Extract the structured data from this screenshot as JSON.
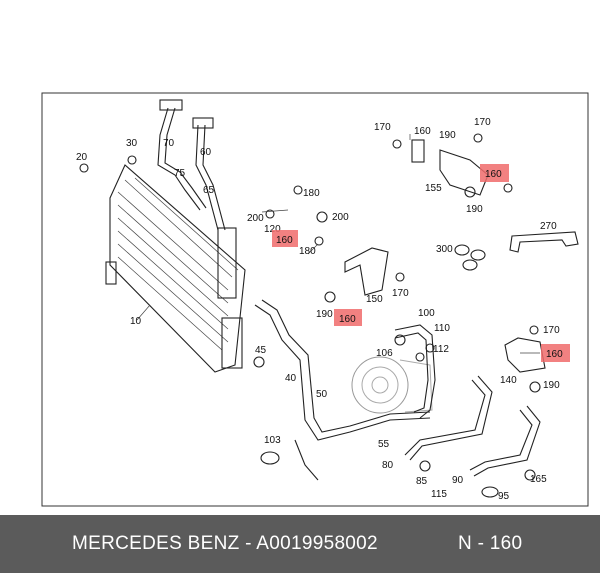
{
  "footer": {
    "part_text": "MERCEDES BENZ - A0019958002",
    "position_text": "N - 160"
  },
  "callouts": [
    {
      "id": "c10",
      "text": "10"
    },
    {
      "id": "c20",
      "text": "20"
    },
    {
      "id": "c30",
      "text": "30"
    },
    {
      "id": "c40",
      "text": "40"
    },
    {
      "id": "c45",
      "text": "45"
    },
    {
      "id": "c50",
      "text": "50"
    },
    {
      "id": "c55",
      "text": "55"
    },
    {
      "id": "c60",
      "text": "60"
    },
    {
      "id": "c65",
      "text": "65"
    },
    {
      "id": "c70",
      "text": "70"
    },
    {
      "id": "c75",
      "text": "75"
    },
    {
      "id": "c80",
      "text": "80"
    },
    {
      "id": "c85",
      "text": "85"
    },
    {
      "id": "c90",
      "text": "90"
    },
    {
      "id": "c95",
      "text": "95"
    },
    {
      "id": "c100",
      "text": "100"
    },
    {
      "id": "c103",
      "text": "103"
    },
    {
      "id": "c106",
      "text": "106"
    },
    {
      "id": "c110",
      "text": "110"
    },
    {
      "id": "c112",
      "text": "112"
    },
    {
      "id": "c115",
      "text": "115"
    },
    {
      "id": "c120",
      "text": "120"
    },
    {
      "id": "c140",
      "text": "140"
    },
    {
      "id": "c150",
      "text": "150"
    },
    {
      "id": "c155",
      "text": "155"
    },
    {
      "id": "c160a",
      "text": "160"
    },
    {
      "id": "c165",
      "text": "165"
    },
    {
      "id": "c170a",
      "text": "170"
    },
    {
      "id": "c170b",
      "text": "170"
    },
    {
      "id": "c170c",
      "text": "170"
    },
    {
      "id": "c170d",
      "text": "170"
    },
    {
      "id": "c180a",
      "text": "180"
    },
    {
      "id": "c180b",
      "text": "180"
    },
    {
      "id": "c190a",
      "text": "190"
    },
    {
      "id": "c190b",
      "text": "190"
    },
    {
      "id": "c190c",
      "text": "190"
    },
    {
      "id": "c190d",
      "text": "190"
    },
    {
      "id": "c200a",
      "text": "200"
    },
    {
      "id": "c200b",
      "text": "200"
    },
    {
      "id": "c270",
      "text": "270"
    },
    {
      "id": "c300",
      "text": "300"
    }
  ],
  "highlighted": [
    {
      "id": "h1",
      "text": "160"
    },
    {
      "id": "h2",
      "text": "160"
    },
    {
      "id": "h3",
      "text": "160"
    },
    {
      "id": "h4",
      "text": "160"
    }
  ],
  "highlight_color": "#f06b6b",
  "footer_bg": "#5b5b5b"
}
